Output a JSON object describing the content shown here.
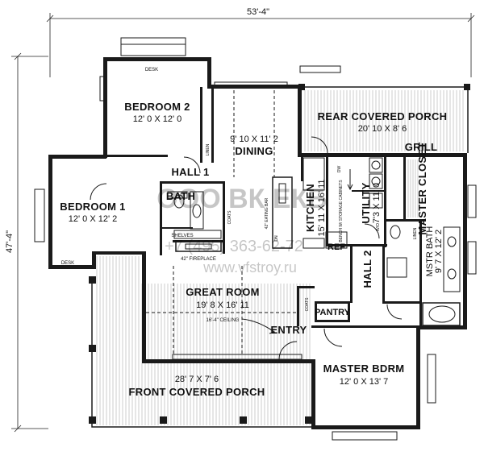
{
  "dimensions": {
    "overall_width": "53'-4\"",
    "overall_depth": "47'-4\""
  },
  "rooms": {
    "bedroom2": {
      "name": "BEDROOM 2",
      "size": "12' 0 X 12' 0"
    },
    "bedroom1": {
      "name": "BEDROOM 1",
      "size": "12' 0 X 12' 2"
    },
    "hall1": {
      "name": "HALL 1"
    },
    "bath": {
      "name": "BATH"
    },
    "dining": {
      "size": "9' 10 X 11' 2",
      "name": "DINING"
    },
    "kitchen": {
      "name": "KITCHEN",
      "size": "15' 11 X 16' 11"
    },
    "utility": {
      "name": "UTILITY",
      "size": "7'3 X 11' 0"
    },
    "rear_porch": {
      "name": "REAR COVERED PORCH",
      "size": "20' 10 X 8' 6"
    },
    "grill": {
      "name": "GRILL"
    },
    "master_closet": {
      "name": "MASTER CLOSET"
    },
    "mstr_bath": {
      "name": "MSTR BATH",
      "size": "9' 7 X 12' 2"
    },
    "hall2": {
      "name": "HALL 2"
    },
    "great_room": {
      "name": "GREAT ROOM",
      "size": "19' 8 X 16' 11",
      "ceiling": "16'-4\" CEILING"
    },
    "entry": {
      "name": "ENTRY"
    },
    "pantry": {
      "name": "PANTRY"
    },
    "master_bdrm": {
      "name": "MASTER BDRM",
      "size": "12' 0 X 13' 7"
    },
    "front_porch": {
      "size": "28' 7 X 7' 6",
      "name": "FRONT COVERED PORCH"
    }
  },
  "fixtures": {
    "desk_top": "DESK",
    "desk_bottom": "DESK",
    "linen1": "LINEN",
    "linen2": "LINEN",
    "shelves": "SHELVES",
    "fireplace": "42\" FIREPLACE",
    "coats": "COATS",
    "ref": "REF",
    "bench": "BENCH W/ STORAGE CABINETS",
    "dw": "DW",
    "eating_bar": "42\" EATING BAR",
    "coats2": "COATS",
    "wo": "W/O",
    "dn": "DN"
  },
  "watermark": {
    "brand": "ООО ВК ЕКБ",
    "phone": "+7 (495) 363-62-72",
    "url": "www.vfstroy.ru"
  }
}
